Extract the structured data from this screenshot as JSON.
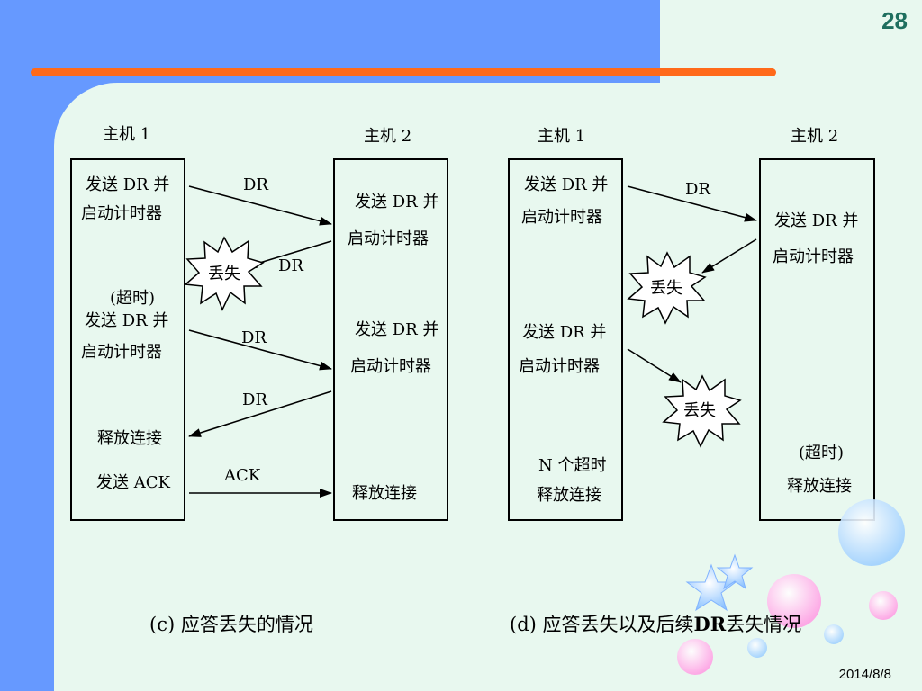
{
  "slide": {
    "number": "28",
    "date": "2014/8/8"
  },
  "c": {
    "host1_label": "主机 1",
    "host2_label": "主机 2",
    "h1": [
      "发送 DR 并",
      "启动计时器",
      "(超时)",
      "发送 DR 并",
      "启动计时器",
      "释放连接",
      "发送 ACK"
    ],
    "h2": [
      "发送 DR 并",
      "启动计时器",
      "发送 DR 并",
      "启动计时器",
      "释放连接"
    ],
    "arrows": [
      "DR",
      "DR",
      "DR",
      "DR",
      "ACK"
    ],
    "lost": "丢失",
    "caption": "(c)  应答丢失的情况"
  },
  "d": {
    "host1_label": "主机 1",
    "host2_label": "主机 2",
    "h1": [
      "发送 DR 并",
      "启动计时器",
      "发送 DR 并",
      "启动计时器",
      "N 个超时",
      "释放连接"
    ],
    "h2": [
      "发送 DR 并",
      "启动计时器",
      "(超时)",
      "释放连接"
    ],
    "arrows": [
      "DR"
    ],
    "lost1": "丢失",
    "lost2": "丢失",
    "caption_a": "(d)  应答丢失以及后续",
    "caption_b": "DR",
    "caption_c": "丢失情况"
  }
}
